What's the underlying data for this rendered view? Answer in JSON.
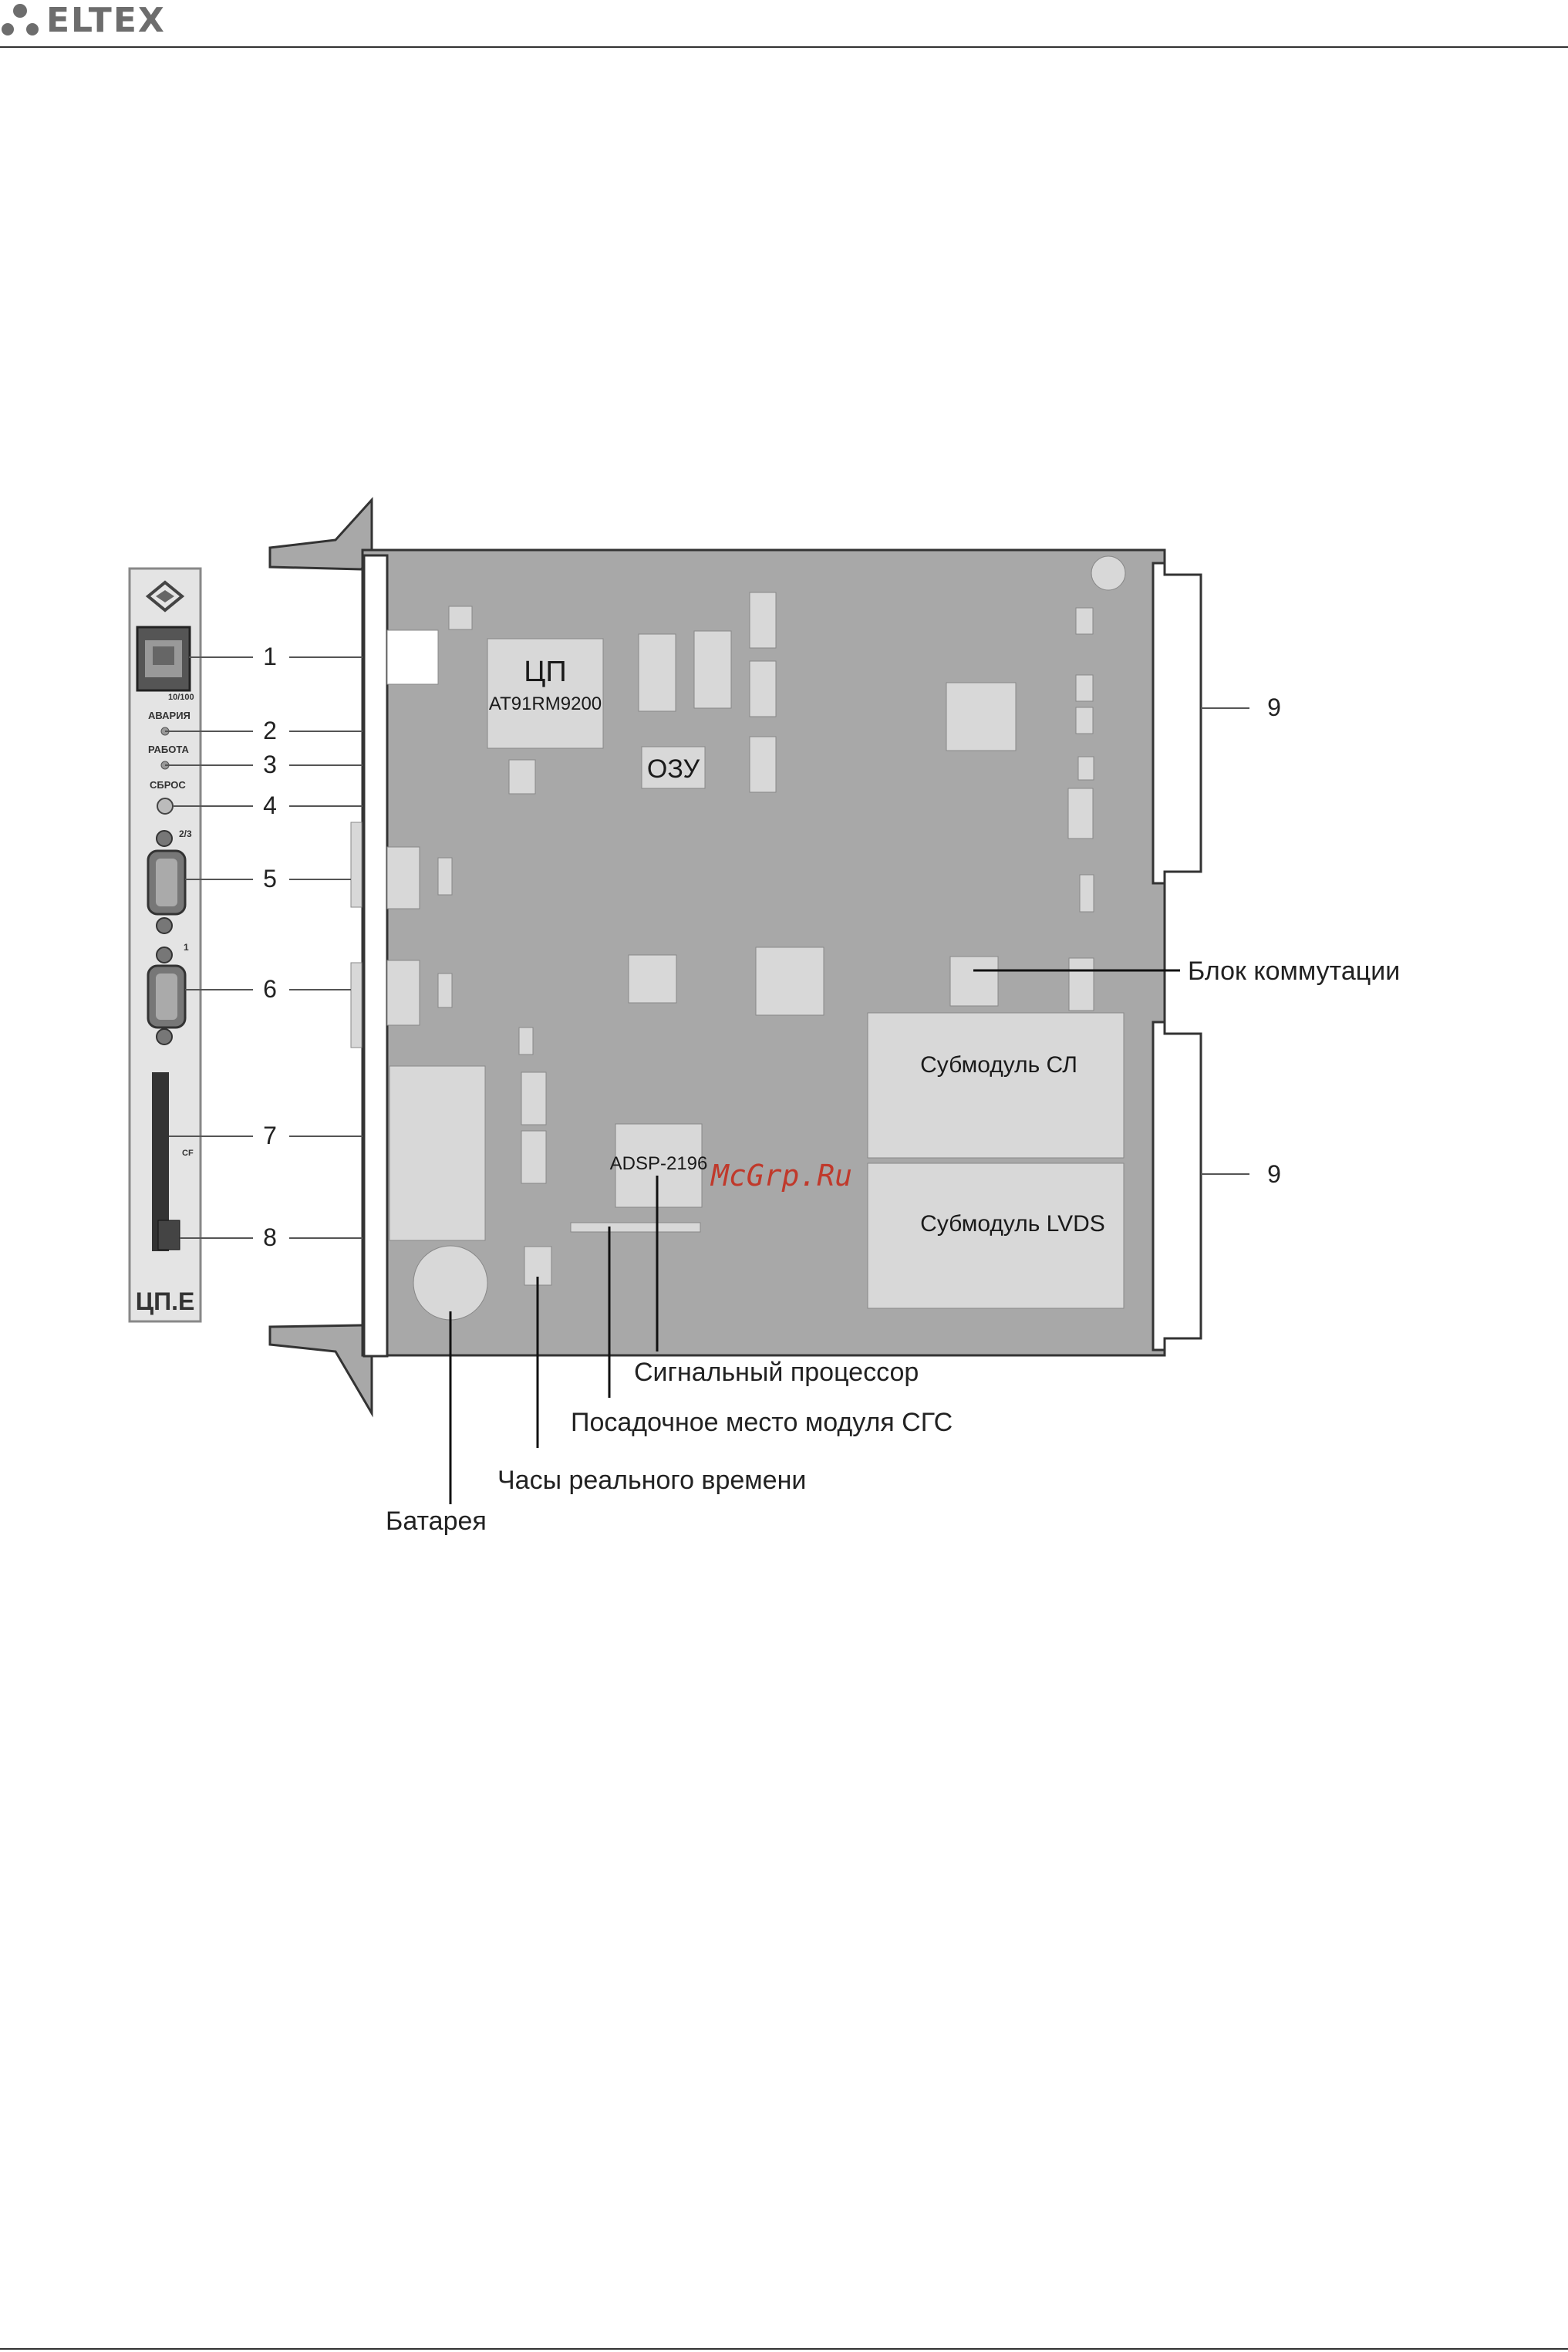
{
  "header": {
    "brand": "ELTEX"
  },
  "board": {
    "chips": {
      "cpu_title": "ЦП",
      "cpu_model": "AT91RM9200",
      "ram": "ОЗУ",
      "dsp": "ADSP-2196",
      "submodule_sl": "Субмодуль СЛ",
      "submodule_lvds": "Субмодуль LVDS"
    },
    "panel": {
      "eth_speed": "10/100",
      "led_alarm": "АВАРИЯ",
      "led_work": "РАБОТА",
      "reset": "СБРОС",
      "port_23": "2/3",
      "port_1": "1",
      "cf": "CF",
      "name": "ЦП.Е"
    }
  },
  "callouts": {
    "n1": "1",
    "n2": "2",
    "n3": "3",
    "n4": "4",
    "n5": "5",
    "n6": "6",
    "n7": "7",
    "n8": "8",
    "n9a": "9",
    "n9b": "9",
    "switch_block": "Блок коммутации",
    "dsp": "Сигнальный процессор",
    "sgs_slot": "Посадочное место модуля СГС",
    "rtc": "Часы реального времени",
    "battery": "Батарея"
  },
  "watermark": "McGrp.Ru",
  "colors": {
    "board": "#a8a8a8",
    "chip": "#d8d8d8",
    "panel": "#e4e4e4",
    "line": "#333333"
  }
}
